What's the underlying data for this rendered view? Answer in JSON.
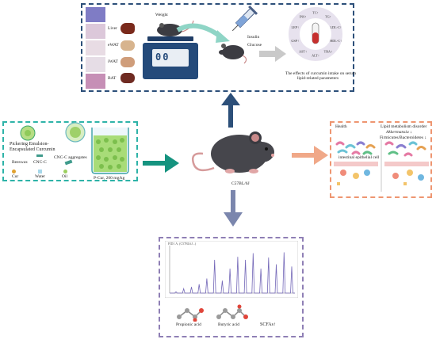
{
  "top_panel": {
    "tissues": [
      "Liver",
      "eWAT",
      "iWAT",
      "BAT"
    ],
    "weight_label": "Weight",
    "scale_display": "00",
    "injection_labels": [
      "Insulin",
      "Glucose"
    ],
    "ring_labels": [
      "TC",
      "TG",
      "LDL-C",
      "HDL-C",
      "TBA",
      "ALT",
      "AST",
      "GSP",
      "LEP",
      "INS"
    ],
    "caption": [
      "The effects of curcumin intake on serum",
      "lipid-related parameters"
    ]
  },
  "left_panel": {
    "title": [
      "Pickering Emulsion-",
      "Encapsulated Curcumin"
    ],
    "component_labels": [
      "Beeswax",
      "CNC-C",
      "CNC-C aggregates"
    ],
    "legend_labels": [
      "Cur",
      "Water",
      "Oil"
    ],
    "beaker_label": "P-Cur, 200 mg/kg"
  },
  "center": {
    "mouse_label": "C57BL/6J"
  },
  "right_panel": {
    "health_label": "Health",
    "disorder_label": "Lipid metabolism disorder",
    "akkermansia_label": "Akkermansia ↓",
    "ratio_label": "Firmicutes/Bacteroidetes ↓",
    "cell_label": "intestinal epithelial cell"
  },
  "bottom_panel": {
    "chart_header": "FID1 A, (C57BL6J...)",
    "acid_labels": [
      "Propionic acid",
      "Butyric acid"
    ],
    "scfa_label": "SCFAs↑"
  },
  "colors": {
    "top_border": "#2c4f79",
    "left_border": "#2eb3a8",
    "right_border": "#ee9671",
    "bottom_border": "#8f7fb5",
    "arrow_up": "#2c4f79",
    "arrow_left": "#15937f",
    "arrow_right": "#f0a888",
    "arrow_down": "#7b86ad",
    "chromatogram": "#7468b8"
  },
  "chromatogram_peaks": [
    0.03,
    0.1,
    0.14,
    0.2,
    0.33,
    0.75,
    0.28,
    0.55,
    0.82,
    0.75,
    0.9,
    0.55,
    0.8,
    0.65,
    0.92,
    0.6
  ]
}
